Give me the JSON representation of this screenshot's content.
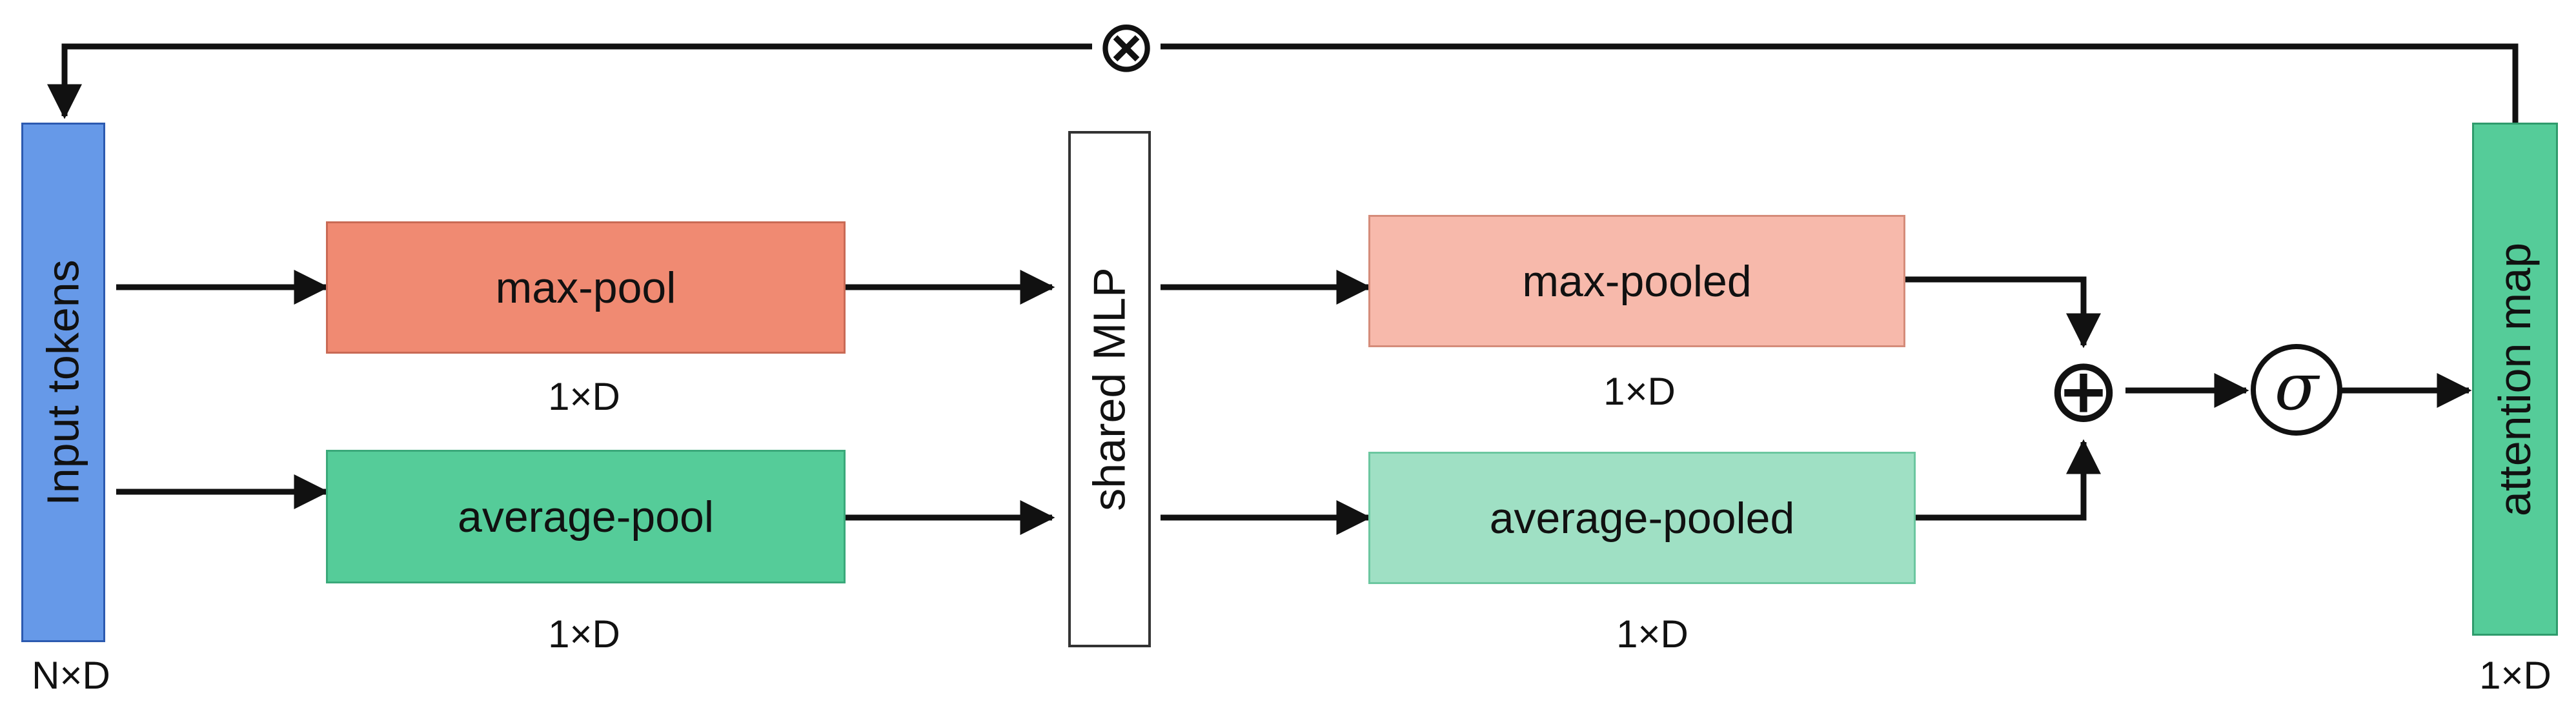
{
  "nodes": {
    "input": {
      "label": "Input tokens",
      "dim": "N×D",
      "color": "#6699e8"
    },
    "maxpool": {
      "label": "max-pool",
      "dim": "1×D",
      "color": "#f08a72"
    },
    "avgpool": {
      "label": "average-pool",
      "dim": "1×D",
      "color": "#55cc99"
    },
    "mlp": {
      "label": "shared MLP"
    },
    "maxpooled": {
      "label": "max-pooled",
      "dim": "1×D",
      "color": "#f7b9ab"
    },
    "avgpooled": {
      "label": "average-pooled",
      "dim": "1×D",
      "color": "#9fe0c4"
    },
    "attention": {
      "label": "attention map",
      "dim": "1×D",
      "color": "#55cc99"
    }
  },
  "operators": {
    "multiply": "⊗",
    "add": "⊕",
    "sigmoid": "σ"
  }
}
